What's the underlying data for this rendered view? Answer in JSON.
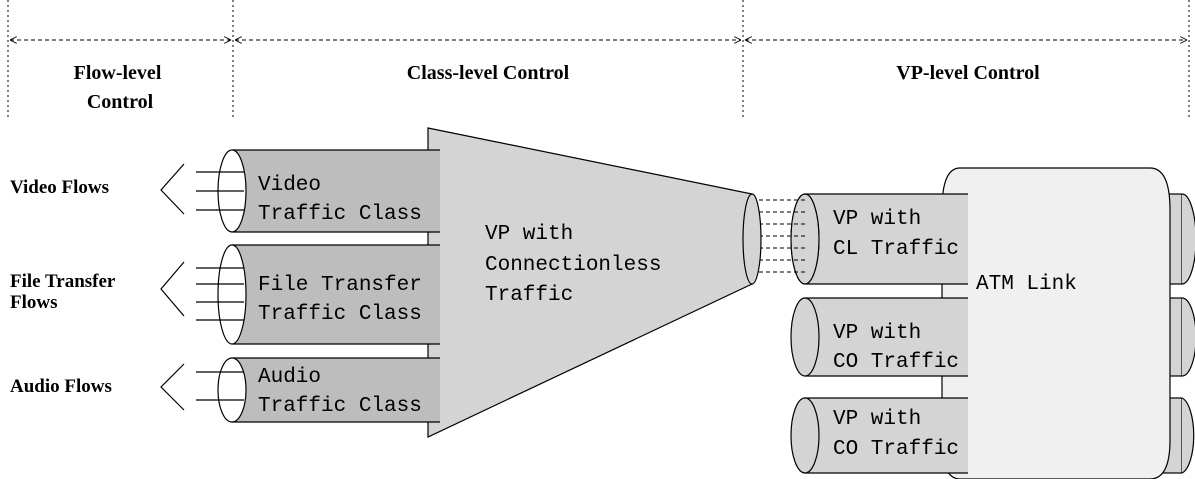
{
  "header": {
    "sections": [
      {
        "lines": [
          "Flow-level",
          "Control"
        ]
      },
      {
        "lines": [
          "Class-level Control"
        ]
      },
      {
        "lines": [
          "VP-level Control"
        ]
      }
    ]
  },
  "flows": [
    {
      "lines": [
        "Video Flows"
      ]
    },
    {
      "lines": [
        "File Transfer",
        "Flows"
      ]
    },
    {
      "lines": [
        "Audio Flows"
      ]
    }
  ],
  "classes": [
    {
      "lines": [
        "Video",
        "Traffic Class"
      ]
    },
    {
      "lines": [
        "File Transfer",
        "Traffic Class"
      ]
    },
    {
      "lines": [
        "Audio",
        "Traffic Class"
      ]
    }
  ],
  "vp_main": {
    "lines": [
      "VP with",
      "Connectionless",
      "Traffic"
    ]
  },
  "vps": [
    {
      "lines": [
        "VP with",
        "CL Traffic"
      ]
    },
    {
      "lines": [
        "VP with",
        "CO Traffic"
      ]
    },
    {
      "lines": [
        "VP with",
        "CO Traffic"
      ]
    }
  ],
  "link": {
    "label": "ATM Link"
  },
  "colors": {
    "tube_dark": "#bdbdbd",
    "tube_light": "#d4d4d4",
    "link": "#f0f0f0"
  }
}
